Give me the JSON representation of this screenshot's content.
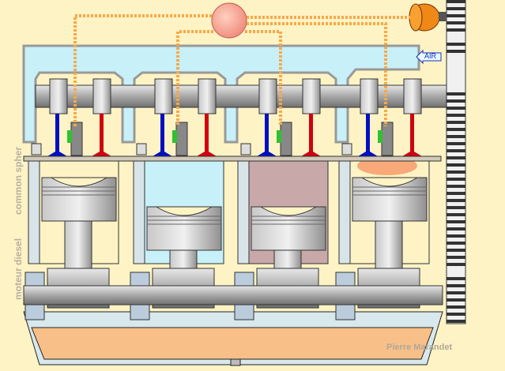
{
  "labels": {
    "side_top": "common spher",
    "side_bottom": "moteur diesel",
    "credit": "Pierre Marandet",
    "air": "AIR"
  },
  "colors": {
    "background": "#fdf3c4",
    "intake_air": "#c8f0f8",
    "fuel_line": "#f8a848",
    "oil": "#f8c088",
    "intake_valve": "#0010c0",
    "exhaust_valve": "#d00010",
    "compression": "#c8a8a8"
  },
  "cylinders": [
    {
      "name": "cylinder-1",
      "phase": "top",
      "fill": "#fdf3c4"
    },
    {
      "name": "cylinder-2",
      "phase": "intake",
      "fill": "#c8f0f8"
    },
    {
      "name": "cylinder-3",
      "phase": "compression",
      "fill": "#c8a8a8"
    },
    {
      "name": "cylinder-4",
      "phase": "combustion",
      "fill": "#fdf3c4"
    }
  ]
}
